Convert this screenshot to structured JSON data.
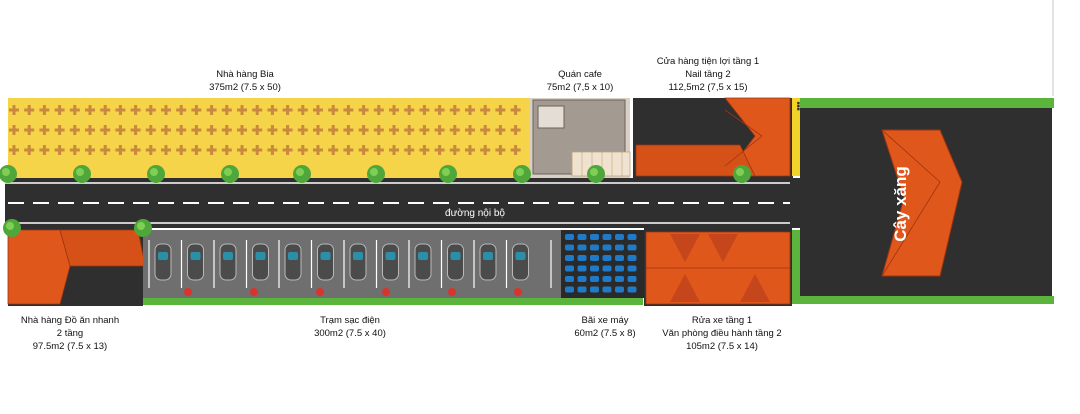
{
  "road": {
    "label": "đường nội bộ"
  },
  "gas_station": {
    "label": "Cây xăng"
  },
  "zones": {
    "beer_restaurant": {
      "name": "Nhà hàng Bia",
      "area": "375m2 (7.5 x 50)"
    },
    "cafe": {
      "name": "Quán cafe",
      "area": "75m2 (7,5 x 10)"
    },
    "convenience_store": {
      "name_line1": "Cửa hàng tiện lợi tầng 1",
      "name_line2": "Nail tầng 2",
      "area": "112,5m2 (7,5 x 15)"
    },
    "fast_food": {
      "name_line1": "Nhà hàng Đồ ăn nhanh",
      "name_line2": "2 tầng",
      "area": "97.5m2 (7.5 x 13)"
    },
    "ev_charging": {
      "name": "Trạm sạc điện",
      "area": "300m2 (7.5 x 40)"
    },
    "motorbike_parking": {
      "name": "Bãi xe máy",
      "area": "60m2 (7.5 x 8)"
    },
    "car_wash": {
      "name_line1": "Rửa xe tầng 1",
      "name_line2": "Văn phòng điều hành tầng 2",
      "area": "105m2 (7.5 x 14)"
    }
  },
  "colors": {
    "road": "#2f2f2f",
    "beer_zone": "#f6d44a",
    "roof": "#e0571c",
    "grass": "#58b43a",
    "parking": "#6f6f6f",
    "motorbike": "#1f7ac8"
  }
}
